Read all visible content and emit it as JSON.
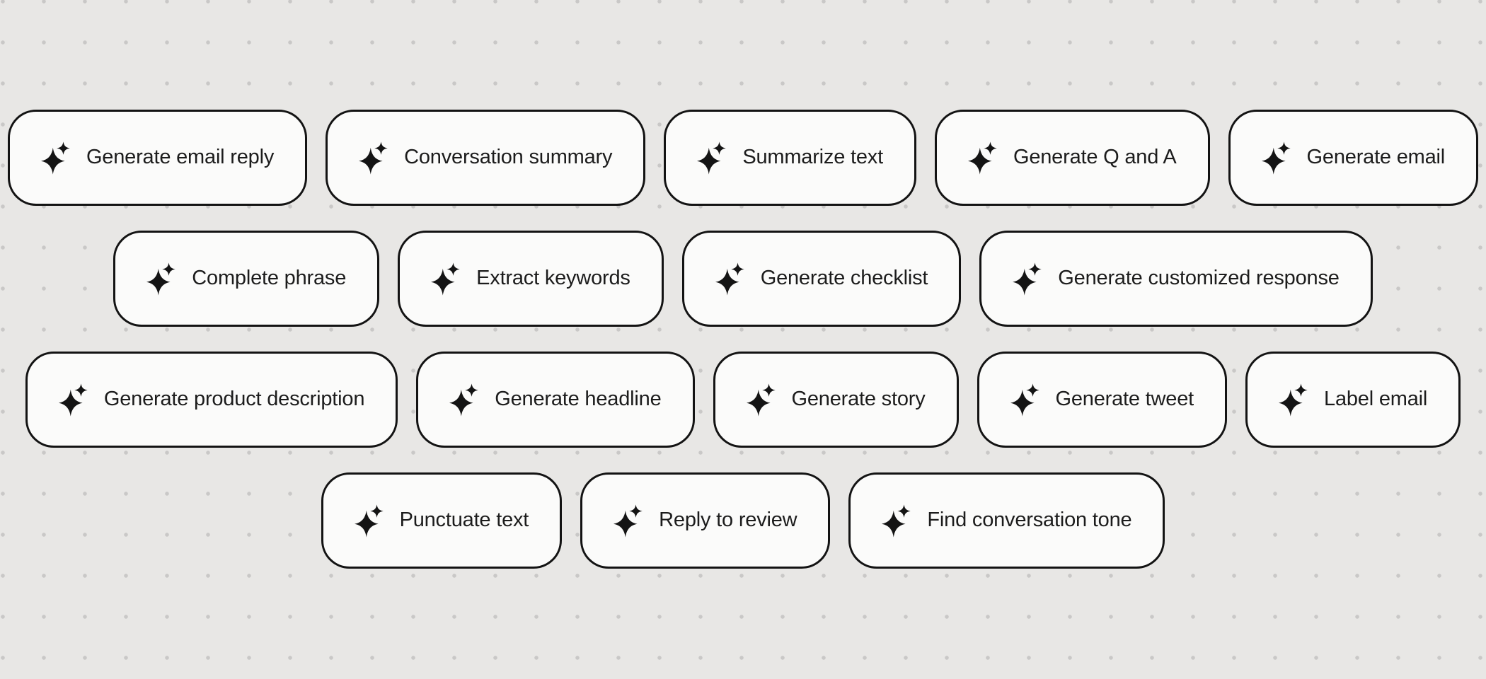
{
  "page": {
    "background_color": "#e8e7e5",
    "dot_color": "#c9c8c7",
    "card_background": "#fbfbfa",
    "card_border_color": "#131313",
    "text_color": "#1c1c1c",
    "icon": "sparkle-icon"
  },
  "prompt_cards": {
    "rows": [
      {
        "cards": [
          {
            "label": "Generate email reply"
          },
          {
            "label": "Conversation summary"
          },
          {
            "label": "Summarize text"
          },
          {
            "label": "Generate Q and A"
          },
          {
            "label": "Generate email"
          }
        ]
      },
      {
        "cards": [
          {
            "label": "Complete phrase"
          },
          {
            "label": "Extract keywords"
          },
          {
            "label": "Generate checklist"
          },
          {
            "label": "Generate customized response"
          }
        ]
      },
      {
        "cards": [
          {
            "label": "Generate product description"
          },
          {
            "label": "Generate headline"
          },
          {
            "label": "Generate story"
          },
          {
            "label": "Generate tweet"
          },
          {
            "label": "Label email"
          }
        ]
      },
      {
        "cards": [
          {
            "label": "Punctuate text"
          },
          {
            "label": "Reply to review"
          },
          {
            "label": "Find conversation tone"
          }
        ]
      }
    ]
  }
}
